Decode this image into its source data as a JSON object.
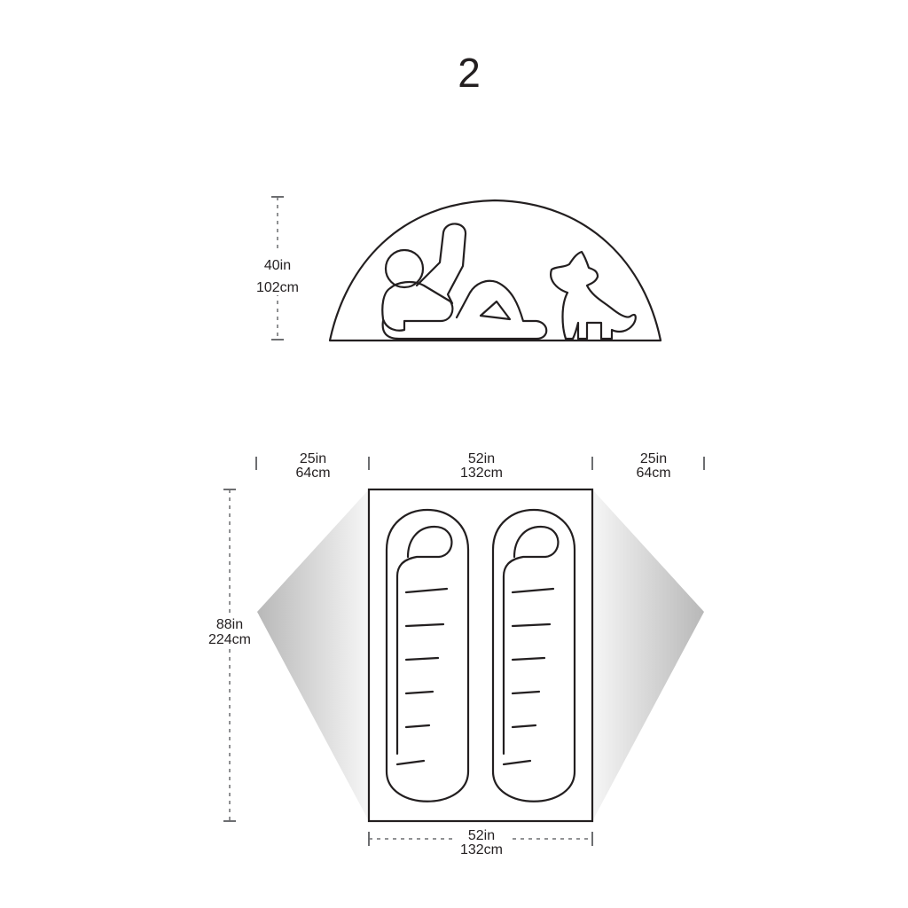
{
  "capacity": "2",
  "side_view": {
    "height_in": "40in",
    "height_cm": "102cm"
  },
  "floor_plan": {
    "left_vestibule": {
      "in": "25in",
      "cm": "64cm"
    },
    "floor_width_top": {
      "in": "52in",
      "cm": "132cm"
    },
    "right_vestibule": {
      "in": "25in",
      "cm": "64cm"
    },
    "floor_length": {
      "in": "88in",
      "cm": "224cm"
    },
    "floor_width_bottom": {
      "in": "52in",
      "cm": "132cm"
    }
  },
  "colors": {
    "line": "#231f20",
    "dimension_line": "#6d6e71",
    "vestibule_light": "#f4f4f4",
    "vestibule_dark": "#b8b8b8"
  },
  "icons": [
    "person-reclining-icon",
    "dog-icon",
    "sleeping-bag-icon"
  ]
}
